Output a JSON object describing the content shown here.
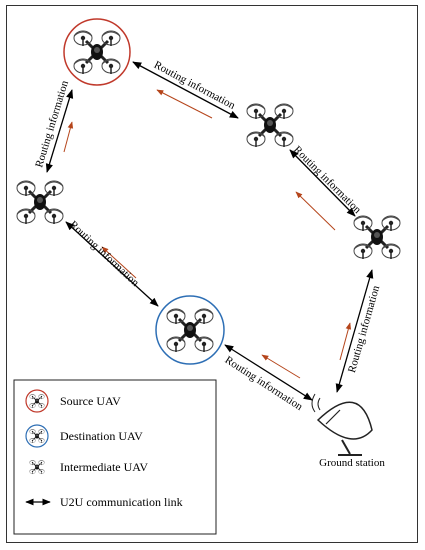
{
  "diagram": {
    "link_label": "Routing information",
    "ground_station_label": "Ground station",
    "colors": {
      "source_circle": "#c0392b",
      "destination_circle": "#2e6fb5",
      "routing_arrow": "#b5451b",
      "link": "#000000"
    }
  },
  "legend": {
    "items": [
      {
        "icon": "source-uav-icon",
        "label": "Source UAV"
      },
      {
        "icon": "destination-uav-icon",
        "label": "Destination UAV"
      },
      {
        "icon": "intermediate-uav-icon",
        "label": "Intermediate UAV"
      },
      {
        "icon": "link-arrow-icon",
        "label": "U2U communication link"
      }
    ]
  }
}
